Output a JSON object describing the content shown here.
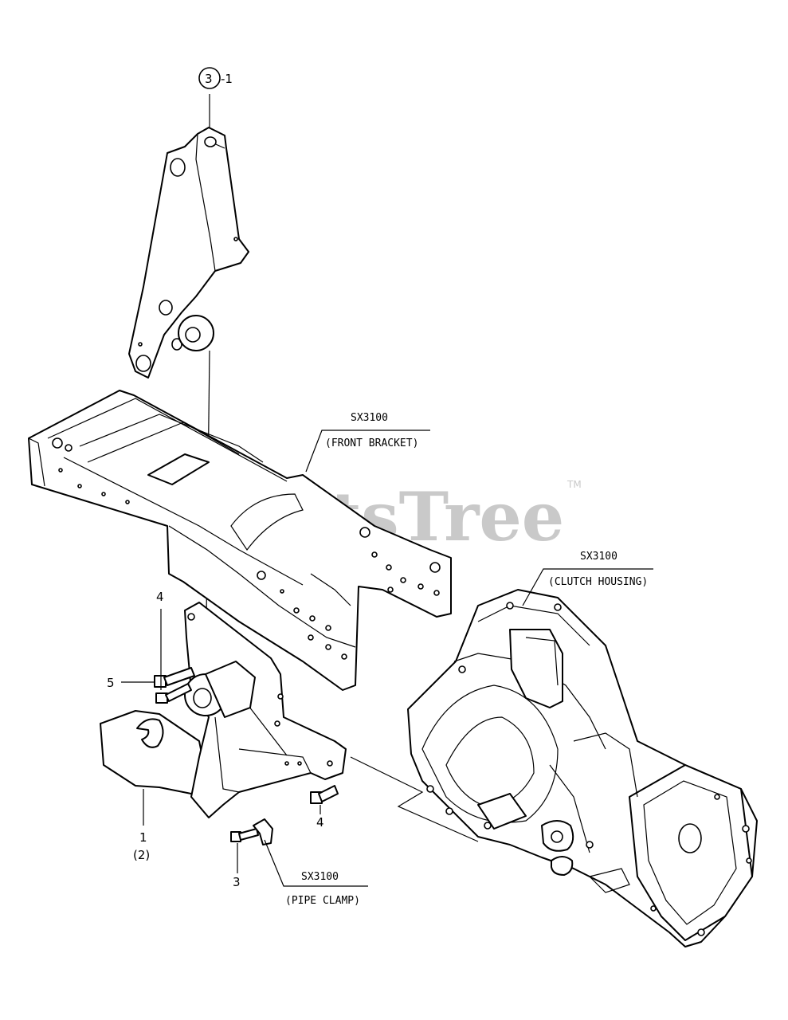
{
  "watermark": {
    "text": "PartsTree",
    "tm": "TM"
  },
  "callouts": {
    "item_3_1": {
      "circled": "3",
      "suffix": "-1"
    },
    "item_4_upper": "4",
    "item_5": "5",
    "item_1": "1",
    "item_1_qty": "(2)",
    "item_3_lower": "3",
    "item_4_lower": "4"
  },
  "references": {
    "front_bracket": {
      "model": "SX3100",
      "name": "(FRONT BRACKET)"
    },
    "clutch_housing": {
      "model": "SX3100",
      "name": "(CLUTCH HOUSING)"
    },
    "pipe_clamp": {
      "model": "SX3100",
      "name": "(PIPE CLAMP)"
    }
  }
}
